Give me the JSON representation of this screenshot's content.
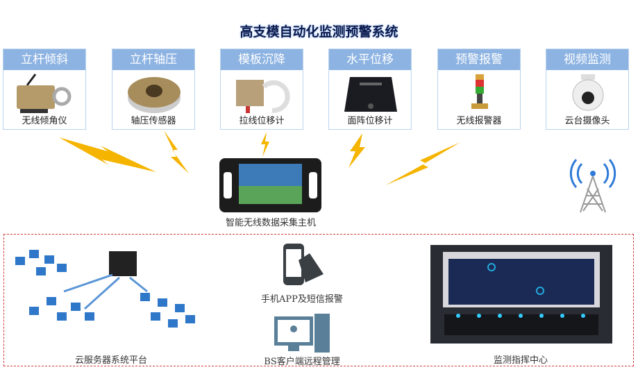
{
  "title": "高支模自动化监测预警系统",
  "sensors": [
    {
      "header": "立杆倾斜",
      "caption": "无线倾角仪"
    },
    {
      "header": "立杆轴压",
      "caption": "轴压传感器"
    },
    {
      "header": "模板沉降",
      "caption": "拉线位移计"
    },
    {
      "header": "水平位移",
      "caption": "面阵位移计"
    },
    {
      "header": "预警报警",
      "caption": "无线报警器"
    },
    {
      "header": "视频监测",
      "caption": "云台摄像头"
    }
  ],
  "host": {
    "caption": "智能无线数据采集主机"
  },
  "platform": {
    "cloud": "云服务器系统平台",
    "app": "手机APP及短信报警",
    "bs": "BS客户端远程管理",
    "center": "监测指挥中心"
  },
  "colors": {
    "header": "#8db3e2",
    "bolt": "#f5b400",
    "dash": "#d03a3a"
  }
}
